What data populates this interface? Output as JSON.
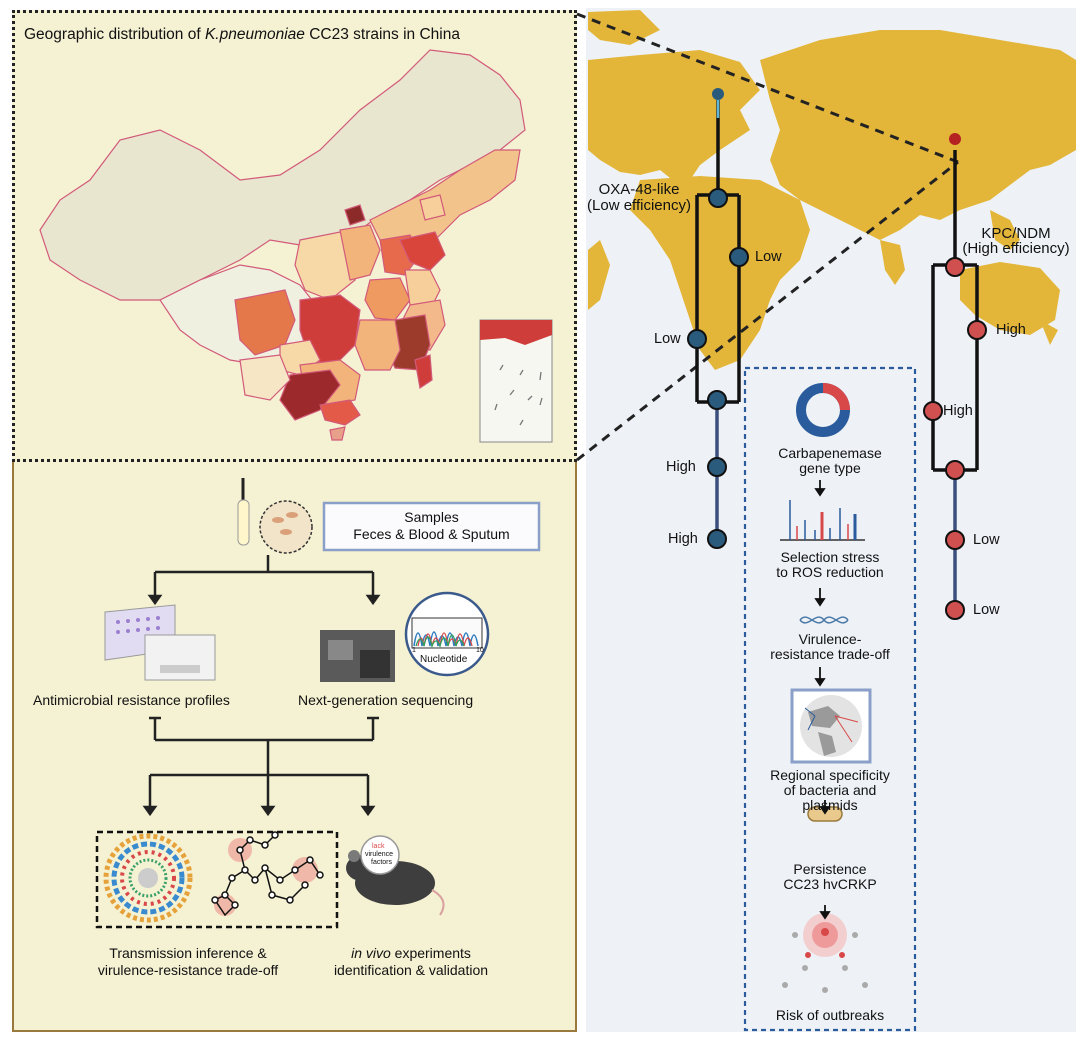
{
  "map_panel": {
    "title_prefix": "Geographic distribution of ",
    "title_species": "K.pneumoniae",
    "title_suffix": " CC23 strains in China"
  },
  "workflow": {
    "samples_title": "Samples",
    "samples_sub": "Feces & Blood & Sputum",
    "amr_label": "Antimicrobial resistance profiles",
    "ngs_label": "Next-generation sequencing",
    "nucleotide_label": "Nucleotide",
    "axis_start": "1",
    "axis_end": "10",
    "transmission_line1": "Transmission inference &",
    "transmission_line2": "virulence-resistance trade-off",
    "invivo_italic": "in vivo",
    "invivo_line1_rest": " experiments",
    "invivo_line2": "identification & validation",
    "lack_label": "lack",
    "virulence_label": "virulence",
    "factors_label": "factors"
  },
  "tree_left": {
    "gene_line1": "OXA-48-like",
    "gene_line2": "(Low efficiency)",
    "nodes": [
      "Low",
      "Low",
      "High",
      "High"
    ],
    "colors": {
      "node": "#2a5b7c",
      "stem": "#3c4f7c"
    }
  },
  "tree_right": {
    "gene_line1": "KPC/NDM",
    "gene_line2": "(High efficiency)",
    "nodes": [
      "High",
      "High",
      "Low",
      "Low"
    ],
    "colors": {
      "node": "#d05050",
      "stem": "#3c4f7c"
    }
  },
  "flow": {
    "steps": [
      {
        "line1": "Carbapenemase",
        "line2": "gene type"
      },
      {
        "line1": "Selection stress",
        "line2": "to ROS reduction"
      },
      {
        "line1": "Virulence-",
        "line2": "resistance trade-off"
      },
      {
        "line1": "Regional specificity",
        "line2": "of bacteria and",
        "line3": "plasmids"
      },
      {
        "line1": "Persistence",
        "line2": "CC23 hvCRKP"
      },
      {
        "line1": "Risk of outbreaks"
      }
    ]
  },
  "colors": {
    "panel_bg": "#f5f1d3",
    "panel_border": "#9a7a3c",
    "world_land": "#e3b63a",
    "world_bg": "#eef2f7",
    "flow_border": "#2a5b9c",
    "ring_blue": "#2a5b9c",
    "ring_red": "#d94848"
  }
}
